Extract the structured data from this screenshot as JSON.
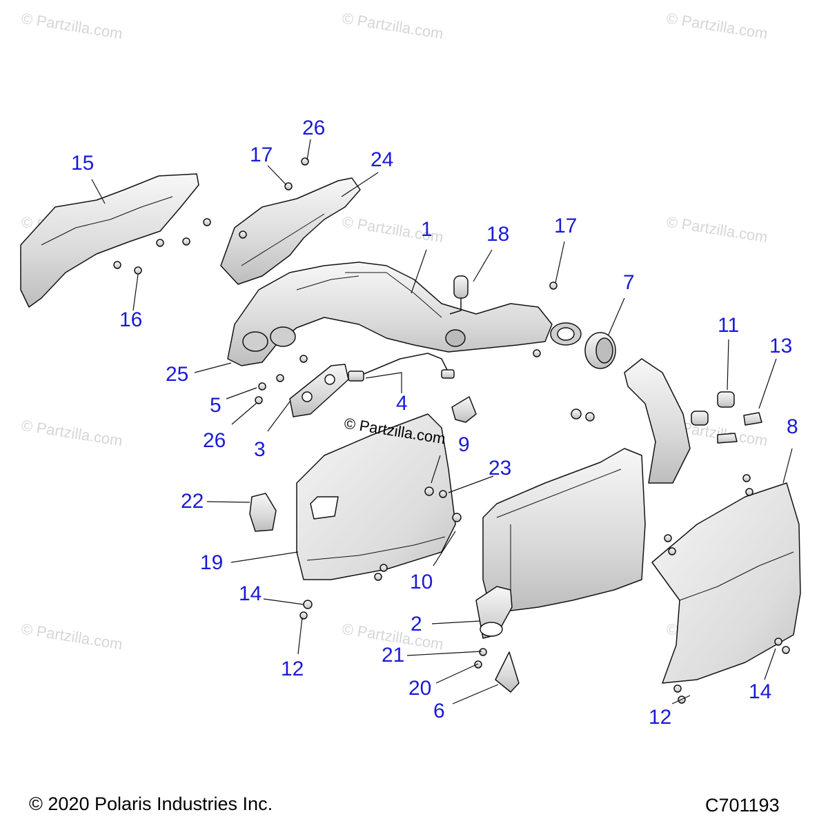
{
  "watermark_text": "© Partzilla.com",
  "center_watermark_text": "© Partzilla.com",
  "callouts": {
    "c1": "1",
    "c2": "2",
    "c3": "3",
    "c4": "4",
    "c5": "5",
    "c6": "6",
    "c7": "7",
    "c8": "8",
    "c9": "9",
    "c10": "10",
    "c11": "11",
    "c12a": "12",
    "c12b": "12",
    "c13": "13",
    "c14a": "14",
    "c14b": "14",
    "c15": "15",
    "c16": "16",
    "c17a": "17",
    "c17b": "17",
    "c18": "18",
    "c19": "19",
    "c20": "20",
    "c21": "21",
    "c22": "22",
    "c23": "23",
    "c24": "24",
    "c25": "25",
    "c26a": "26",
    "c26b": "26"
  },
  "footer": {
    "copyright": "© 2020 Polaris Industries Inc.",
    "diagram_code": "C701193"
  },
  "colors": {
    "callout": "#1a1ad6",
    "part_fill": "#e6e6e6",
    "part_stroke": "#111111",
    "watermark": "#d6d6d6"
  }
}
